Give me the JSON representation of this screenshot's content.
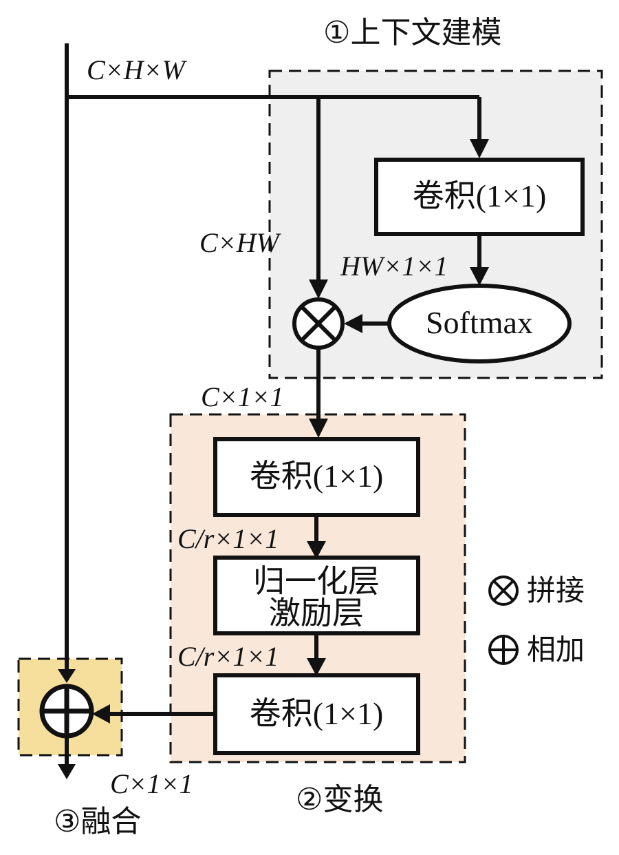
{
  "stages": {
    "context": {
      "label": "①上下文建模"
    },
    "transform": {
      "label": "②变换"
    },
    "fusion": {
      "label": "③融合"
    }
  },
  "boxes": {
    "conv_context": "卷积(1×1)",
    "softmax": "Softmax",
    "conv_reduce": "卷积(1×1)",
    "norm_act_line1": "归一化层",
    "norm_act_line2": "激励层",
    "conv_expand": "卷积(1×1)"
  },
  "dims": {
    "input": "C×H×W",
    "reshaped": "C×HW",
    "attention": "HW×1×1",
    "pooled": "C×1×1",
    "reduced1": "C/r×1×1",
    "reduced2": "C/r×1×1",
    "output": "C×1×1"
  },
  "legend": {
    "multiply": "拼接",
    "add": "相加"
  },
  "colors": {
    "context_bg": "#efefef",
    "transform_bg": "#f9e7da",
    "fusion_bg": "#f6de9c",
    "stroke": "#111111"
  }
}
